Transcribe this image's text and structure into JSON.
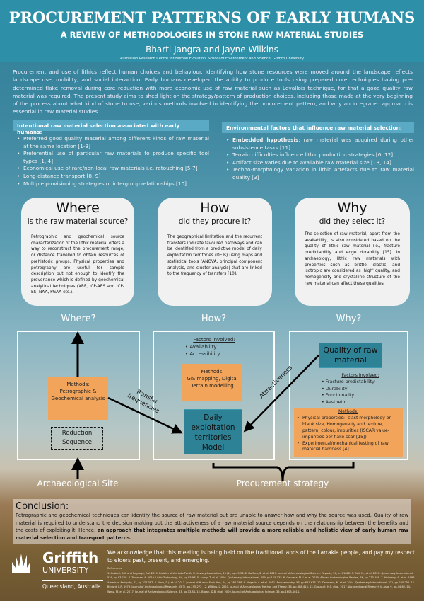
{
  "header": {
    "title": "PROCUREMENT PATTERNS OF EARLY HUMANS",
    "subtitle": "A REVIEW OF METHODOLOGIES IN STONE RAW MATERIAL STUDIES",
    "authors": "Bharti Jangra and Jayne Wilkins",
    "affiliation": "Australian Research Centre for Human Evolution, School of Environment and Science, Griffith University"
  },
  "intro": "Procurement and use of lithics reflect human choices and behaviour. Identifying how stone resources were moved around the landscape reflects landscape use, mobility, and social interaction. Early humans developed the ability to produce tools using prepared core techniques having pre-determined flake removal during core reduction with more economic use of raw material such as Levallois technique, for that a good quality raw material was required. The present study aims to shed light on the strategy/pattern of production choices, including those made at the very beginning of the process about what kind of stone to use, various methods involved in identifying the procurement pattern, and why an integrated approach is essential in raw material studies.",
  "intentional": {
    "heading": "Intentional raw material selection associated with early humans:",
    "items": [
      "Preferred good quality material among different kinds of raw material at the same location [1-3]",
      "Preferential use of particular raw materials to produce specific tool types [1, 4]",
      "Economical use of rare/non-local raw materials i.e. retouching [5-7]",
      "Long-distance transport [8, 9]",
      "Multiple provisioning strategies or intergroup relationships [10]"
    ]
  },
  "environmental": {
    "heading": "Environmental factors that influence raw material selection:",
    "bold": "Embedded hypothesis",
    "items": [
      ": raw material was acquired during other subsistence tasks [11]",
      "Terrain difficulties influence lithic production strategies [6, 12]",
      "Artifact size varies due to available raw material size [13, 14]",
      "Techno-morphology variation in lithic artefacts due to raw material quality [3]"
    ]
  },
  "cards": [
    {
      "title": "Where",
      "subtitle": "is the raw material source?",
      "text": "Petrographic and geochemical source characterization of the lithic material offers a way to reconstruct the procurement range, or distance travelled to obtain resources of prehistoric groups. Physical properties and petrography are useful for sample description but not enough to identify the provenance which is defined by geochemical analytical techniques (XRF, ICP-AES and ICP-ES, NAA, PGAA etc.)."
    },
    {
      "title": "How",
      "subtitle": "did they procure it?",
      "text": "The geographical limitation and the recurrent transfers indicate favoured pathways and can be identified from a predictive model of daily exploitation territories (DETs) using maps and statistical tools (ANOVA, principal component analysis, and cluster analysis) that are linked to the frequency of transfers [10]."
    },
    {
      "title": "Why",
      "subtitle": "did they select it?",
      "text": "The selection of raw material, apart from the availability, is also considered based on the quality of lithic raw material i.e., fracture predictability and edge durability [15]. In archaeology, lithic raw materials with properties such as brittle, elastic, and isotropic are considered as 'high' quality, and homogeneity and crystalline structure of the raw material can affect these qualities."
    }
  ],
  "diagram": {
    "where": {
      "label": "Where?",
      "methods_label": "Methods:",
      "methods": "Petrographic & Geochemical analysis",
      "reduction": "Reduction Sequence"
    },
    "how": {
      "label": "How?",
      "factors_label": "Factors involved:",
      "factors": [
        "Availability",
        "Accessibility"
      ],
      "methods_label": "Methods:",
      "methods": "GIS mapping, Digital Terrain modelling",
      "model": "Daily exploitation territories Model"
    },
    "why": {
      "label": "Why?",
      "quality": "Quality of raw material",
      "factors_label": "Factors involved:",
      "factors": [
        "Fracture predictability",
        "Durability",
        "Functionality",
        "Aesthetic"
      ],
      "methods_label": "Methods:",
      "methods": [
        "Physical properties:- clast morphology or blank size, Homogeneity and texture, pattern, colour, impurities (ISCAR value-impurities per flake scar [15])",
        "Experimental/mechanical testing of raw material hardness [4]"
      ]
    },
    "transfer": "Transfer frequencies",
    "attractiveness": "Attractiveness",
    "site": "Archaeological Site",
    "strategy": "Procurement strategy"
  },
  "conclusion": {
    "title": "Conclusion:",
    "text": "Petrographic and geochemical techniques can identify the source of raw material but are unable to answer how and why the source was used. Quality of raw material is required to understand the decision making but the attractiveness of a raw material source depends on the relationship between the benefits and the costs of exploiting it. Hence, ",
    "bold": "an approach that integrates multiple methods will provide a more reliable and holistic view of early human raw material selection and transport patterns."
  },
  "footer": {
    "logo_name": "Griffith",
    "logo_sub": "UNIVERSITY",
    "location": "Queensland, Australia",
    "ack": "We acknowledge that this meeting is being held on the traditional lands of the Larrakia people, and pay my respect to elders past, present, and emerging.",
    "refs_label": "References:",
    "refs": "1. Ansbell, A.K. and Pugnago, R.V. 2019. Bulletin of the Indo-Pacific Prehistory Association, 25 (2), pp.49-56. 2. Daffara, S. et al. 2019. Journal of Archaeological Science: Reports, 26, p.101882. 3. Coli, M., et al. 2020. Quaternary International, 539, pp.93-108. 4. Tomasso, A. 2019. Lithic Technology, 44, pp.85-98. 5. Aubry, T. et al. 2016. Quaternary International, 409, pp.115-135. 6. Caruana, M.V. et al. 2019. African Archaeological Review, 36, pp.273-289. 7. Holloway, S. et al. 1996. American Antiquity, 61, pp.377-387. 8. Nash, D.J. et al. 2013. Journal of Human Evolution, 64, pp.280-288. 9. Negash, A. et al. 2011. Archaeometry, 53, pp.661-673. 10. Daumann, M. et al. 2014. Quaternary International, 331, pp.240-255. 11. Binford, L.R. 1979. Journal of Anthropological Research, 35(3), pp.255-273. 12. Wilkins, L. 2020. Journal of Archaeological Method and Theory, 34, pp.388-413. 13. Groucutt, H.S. et al. 2017. Archaeological Research in Asia, 9, pp.44-62. 14. Wenz, M. et al. 2017. Journal of Archaeological Science, 83, pp.73-84. 15. Brown, D.B. et al. 2009. Journal of Archaeological Science, 36, pp.1605-1614."
  }
}
